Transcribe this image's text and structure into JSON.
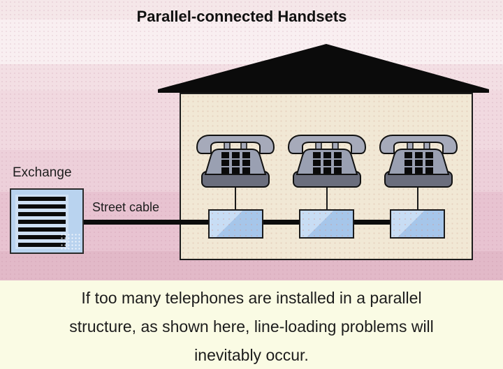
{
  "title": "Parallel-connected Handsets",
  "labels": {
    "exchange": "Exchange",
    "street_cable": "Street cable"
  },
  "caption": {
    "lines": [
      "If too many telephones are installed in a parallel",
      "structure, as shown here, line-loading problems will",
      "inevitably occur."
    ]
  },
  "diagram": {
    "type": "telephone-network-diagram",
    "nodes": [
      {
        "id": "exchange",
        "label": "Exchange",
        "kind": "exchange-equipment-box"
      },
      {
        "id": "house",
        "kind": "house",
        "contains": [
          "handset-1",
          "handset-2",
          "handset-3"
        ]
      },
      {
        "id": "junction-box-1",
        "kind": "wall-socket"
      },
      {
        "id": "junction-box-2",
        "kind": "wall-socket"
      },
      {
        "id": "junction-box-3",
        "kind": "wall-socket"
      }
    ],
    "connections": [
      {
        "from": "exchange",
        "to": "junction-box-1",
        "label": "Street cable",
        "style": "thick-black"
      },
      {
        "from": "junction-box-1",
        "to": "junction-box-2",
        "style": "thick-black"
      },
      {
        "from": "junction-box-2",
        "to": "junction-box-3",
        "style": "thick-black"
      },
      {
        "from": "junction-box-1",
        "to": "handset-1",
        "style": "thin"
      },
      {
        "from": "junction-box-2",
        "to": "handset-2",
        "style": "thin"
      },
      {
        "from": "junction-box-3",
        "to": "handset-3",
        "style": "thin"
      }
    ],
    "handset_count": 3,
    "junction_box_count": 3,
    "exchange_bar_count": 7
  },
  "colors": {
    "background_pink_top": "#f5e7e9",
    "background_pink_bottom": "#e2b9c8",
    "caption_background": "#fafbe4",
    "house_fill": "#f1e8d5",
    "roof": "#0b0b0b",
    "phone_body": "#9aa0b2",
    "phone_base": "#6b6e7d",
    "junction_box_blue": "#a6c6ea",
    "exchange_fill": "#b9d3ef",
    "cable": "#0c0c0c"
  }
}
